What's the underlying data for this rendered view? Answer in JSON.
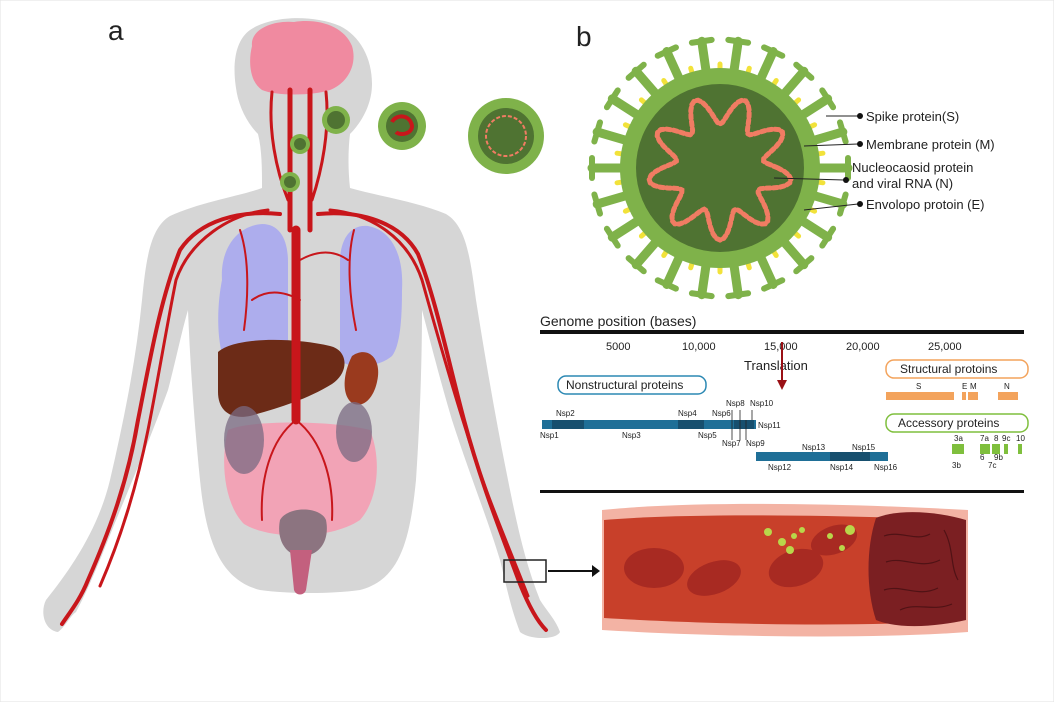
{
  "panel_a": {
    "label": "a"
  },
  "panel_b": {
    "label": "b",
    "virus_labels": {
      "spike": "Spike protein(S)",
      "membrane": "Membrane protein (M)",
      "nucleocapsid_line1": "Nucleocaosid protein",
      "nucleocapsid_line2": "and viral RNA (N)",
      "envelope": "Envolopo protoin (E)"
    },
    "genome": {
      "title": "Genome position (bases)",
      "ticks": [
        "5000",
        "10,000",
        "15,000",
        "20,000",
        "25,000"
      ],
      "translation": "Translation",
      "nonstructural": "Nonstructural proteins",
      "structural": "Structural protoins",
      "accessory": "Accessory proteins",
      "structural_genes": [
        "S",
        "E",
        "M",
        "N"
      ],
      "nsp_labels": [
        "Nsp2",
        "Nsp4",
        "Nsp6",
        "Nsp8",
        "Nsp10",
        "Nsp11",
        "Nsp1",
        "Nsp3",
        "Nsp5",
        "Nsp7",
        "Nsp9",
        "Nsp13",
        "Nsp15",
        "Nsp12",
        "Nsp14",
        "Nsp16"
      ],
      "accessory_labels": [
        "3a",
        "7a",
        "8",
        "9c",
        "10",
        "3b",
        "6",
        "9b",
        "7c"
      ]
    }
  },
  "colors": {
    "body": "#d5d5d5",
    "vessel": "#c8161b",
    "brain": "#f08aa0",
    "lung": "#a9a9ee",
    "liver": "#6b2a16",
    "virus_outer": "#7fb24a",
    "virus_inner": "#4f7332",
    "spike_tip": "#f2e23a",
    "rna": "#f07c63",
    "genome_bar": "#1f6f97",
    "structural": "#f3a35c",
    "accessory": "#7fbf3d"
  }
}
